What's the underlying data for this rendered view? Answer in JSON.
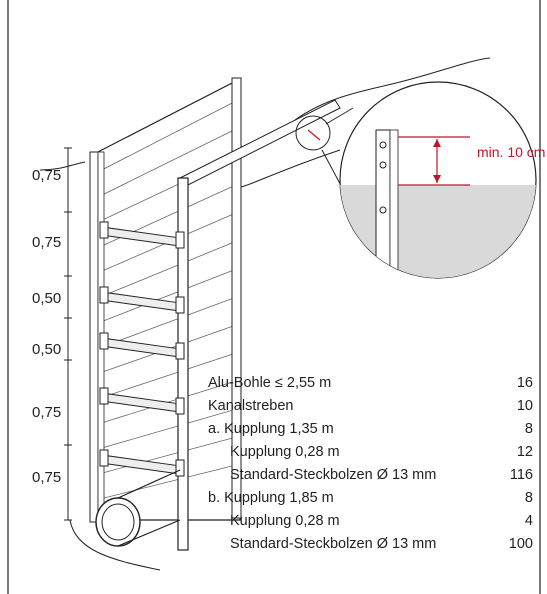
{
  "dimensions": [
    "0,75",
    "0,75",
    "0,50",
    "0,50",
    "0,75",
    "0,75"
  ],
  "callout": {
    "label": "min. 10 cm",
    "color": "#c0162a"
  },
  "parts_list": [
    {
      "name": "Alu-Bohle ≤ 2,55 m",
      "qty": "16"
    },
    {
      "name": "Kanalstreben",
      "qty": "10"
    },
    {
      "name": "a. Kupplung 1,35 m",
      "qty": "8"
    },
    {
      "name": "Kupplung 0,28 m",
      "qty": "12"
    },
    {
      "name": "Standard-Steckbolzen Ø 13 mm",
      "qty": "116"
    },
    {
      "name": "b. Kupplung 1,85 m",
      "qty": "8"
    },
    {
      "name": "Kupplung 0,28 m",
      "qty": "4"
    },
    {
      "name": "Standard-Steckbolzen Ø 13 mm",
      "qty": "100"
    }
  ],
  "colors": {
    "line": "#222222",
    "fill_soil": "#d9d9d9",
    "accent": "#c0162a"
  }
}
